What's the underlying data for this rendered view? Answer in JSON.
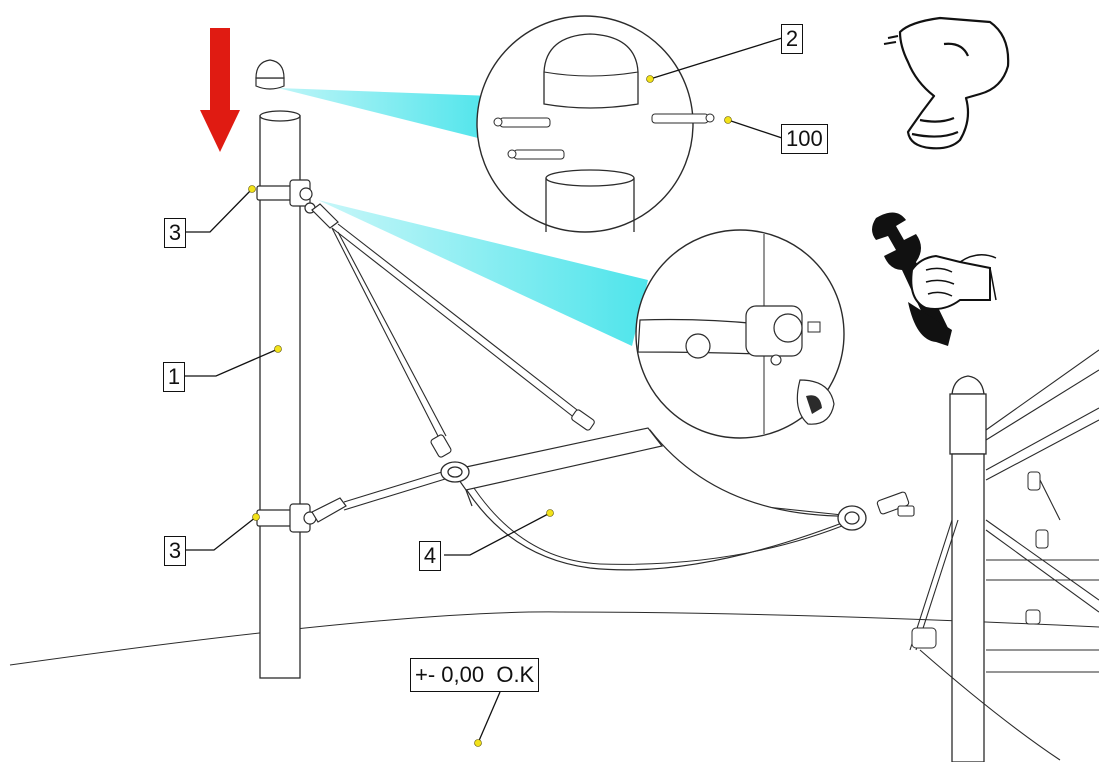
{
  "colors": {
    "line": "#2b2b2b",
    "arrow": "#e01b12",
    "beam": "#45e3ea",
    "leader_dot": "#f2e21a",
    "background": "#ffffff"
  },
  "icons": [
    "drill-icon",
    "wrench-hand-icon",
    "down-arrow-icon"
  ],
  "callouts": {
    "pole": "1",
    "cap": "2",
    "clamp_top": "3",
    "clamp_bottom": "3",
    "sail": "4",
    "screws": "100",
    "ground_level": "+- 0,00  O.K"
  }
}
